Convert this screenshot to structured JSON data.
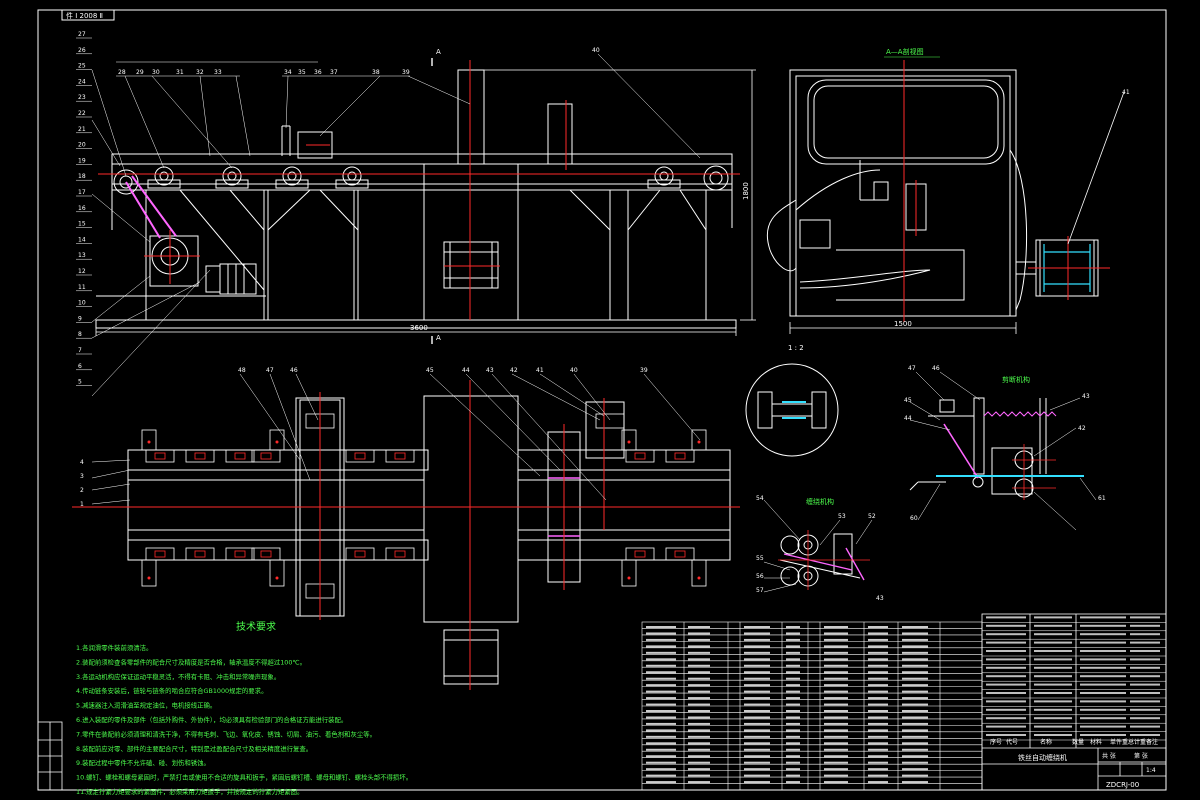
{
  "sheet": {
    "corner_code": "件 Ⅰ 2008 Ⅱ",
    "drawing_title": "铁丝自动缠绕机",
    "drawing_number": "ZDCRJ-00",
    "scale": "1:4",
    "qty_label": "共 张",
    "page_label": "第 张"
  },
  "front_view": {
    "length_dim": "3600",
    "height_dim": "1800",
    "section_mark": "A",
    "left_callouts": [
      "27",
      "26",
      "25",
      "24",
      "23",
      "22",
      "21",
      "20",
      "19",
      "18",
      "17",
      "16",
      "15",
      "14",
      "13",
      "12",
      "11",
      "10",
      "9",
      "8",
      "7",
      "6",
      "5"
    ],
    "top_callouts": [
      "28",
      "29",
      "30",
      "31",
      "32",
      "33",
      "34",
      "35",
      "36",
      "37",
      "38",
      "39",
      "40"
    ]
  },
  "section_view": {
    "title": "A—A剖视图",
    "width_dim": "1500",
    "scale_note": "1 : 2",
    "callout": "41"
  },
  "plan_view": {
    "left_callouts": [
      "4",
      "3",
      "2",
      "1"
    ],
    "top_callouts": [
      "48",
      "47",
      "46",
      "45",
      "44",
      "43",
      "42",
      "41",
      "40",
      "39"
    ]
  },
  "detail_wind": {
    "title": "缠绕机构",
    "callouts": [
      "54",
      "53",
      "52",
      "55",
      "56",
      "57",
      "43"
    ]
  },
  "detail_cut": {
    "title": "剪断机构",
    "callouts": [
      "47",
      "46",
      "45",
      "44",
      "43",
      "42",
      "61",
      "60"
    ]
  },
  "tech_requirements": {
    "title": "技术要求",
    "items": [
      "1.各润滑零件装前须清洁。",
      "2.装配前须检查各零部件的配合尺寸及精度是否合格，轴承温度不得超过100℃。",
      "3.各运动机构应保证运动平稳灵活，不得有卡阻、冲击和异常噪声现象。",
      "4.传动链条安装后，链轮与链条的啮合应符合GB1000规定的要求。",
      "5.减速器注入润滑油至规定油位，电机接线正确。",
      "6.进入装配的零件及部件（包括外购件、外协件），均必须具有检验部门的合格证方能进行装配。",
      "7.零件在装配前必须清理和清洗干净，不得有毛刺、飞边、氧化皮、锈蚀、切屑、油污、着色剂和灰尘等。",
      "8.装配前应对零、部件的主要配合尺寸，特别是过盈配合尺寸及相关精度进行复查。",
      "9.装配过程中零件不允许磕、碰、划伤和锈蚀。",
      "10.螺钉、螺栓和螺母紧固时，严禁打击或使用不合适的旋具和扳手，紧固后螺钉槽、螺母和螺钉、螺栓头部不得损坏。",
      "11.规定拧紧力矩要求的紧固件，必须采用力矩扳手，并按规定的拧紧力矩紧固。"
    ]
  },
  "bom": {
    "header": [
      "序号",
      "代号",
      "名称",
      "数量",
      "材料",
      "单件重",
      "总计重",
      "备注"
    ]
  },
  "colors": {
    "frame": "#ffffff",
    "outline": "#ffffff",
    "centerline": "#ff2a2a",
    "accent": "#ff66ff",
    "text": "#ffffff",
    "green_text": "#4dff4d",
    "cyan": "#33e0ff",
    "yellow": "#ffff66"
  }
}
